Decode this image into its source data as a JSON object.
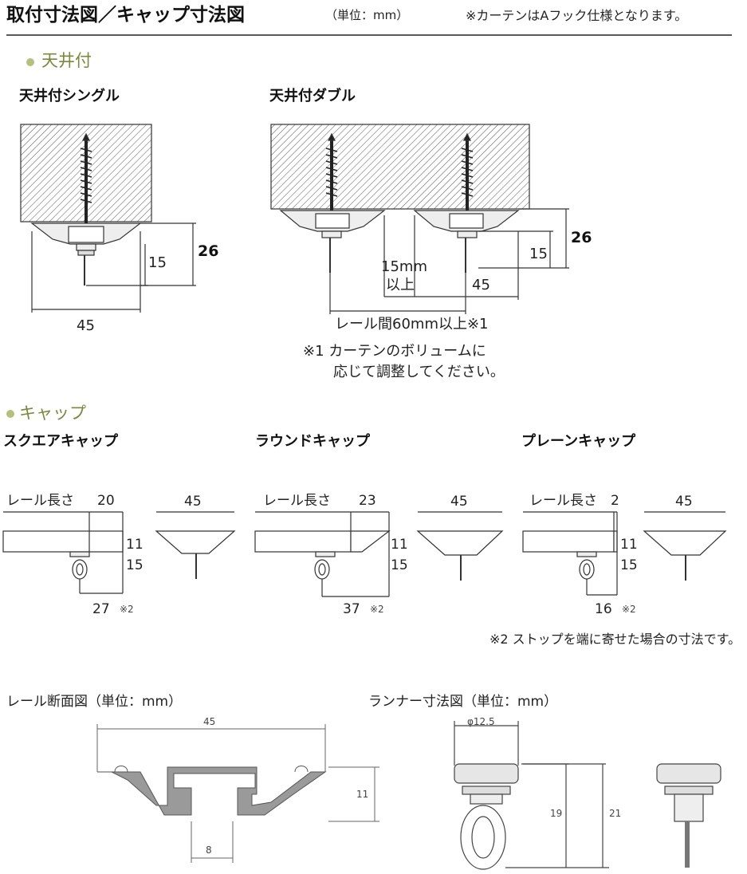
{
  "header": {
    "title": "取付寸法図／キャップ寸法図",
    "unit": "（単位：mm）",
    "note": "※カーテンはAフック仕様となります。"
  },
  "ceiling": {
    "section_title": "天井付",
    "single": {
      "title": "天井付シングル",
      "dim_15": "15",
      "dim_26": "26",
      "dim_45": "45"
    },
    "double": {
      "title": "天井付ダブル",
      "dim_26": "26",
      "dim_15": "15",
      "dim_45": "45",
      "gap_line1": "15mm",
      "gap_line2": "以上",
      "rail_spacing": "レール間60mm以上※1",
      "note1_line1": "※1 カーテンのボリュームに",
      "note1_line2": "応じて調整してください。"
    }
  },
  "caps": {
    "section_title": "キャップ",
    "rail_length_label": "レール長さ",
    "square": {
      "title": "スクエアキャップ",
      "dim_top": "20",
      "dim_11": "11",
      "dim_15": "15",
      "dim_bottom": "27",
      "mark": "※2",
      "dim_side": "45"
    },
    "round": {
      "title": "ラウンドキャップ",
      "dim_top": "23",
      "dim_11": "11",
      "dim_15": "15",
      "dim_bottom": "37",
      "mark": "※2",
      "dim_side": "45"
    },
    "plain": {
      "title": "プレーンキャップ",
      "dim_top": "2",
      "dim_11": "11",
      "dim_15": "15",
      "dim_bottom": "16",
      "mark": "※2",
      "dim_side": "45"
    },
    "note2": "※2 ストップを端に寄せた場合の寸法です。"
  },
  "rail_section": {
    "title": "レール断面図（単位：mm）",
    "dim_45": "45",
    "dim_11": "11",
    "dim_8": "8"
  },
  "runner": {
    "title": "ランナー寸法図（単位：mm）",
    "dim_dia": "φ12.5",
    "dim_19": "19",
    "dim_21": "21"
  },
  "colors": {
    "section_bullet": "#b5c07a",
    "section_text": "#7a8a3c",
    "rail_fill": "#9a9a9a",
    "line": "#333333"
  }
}
